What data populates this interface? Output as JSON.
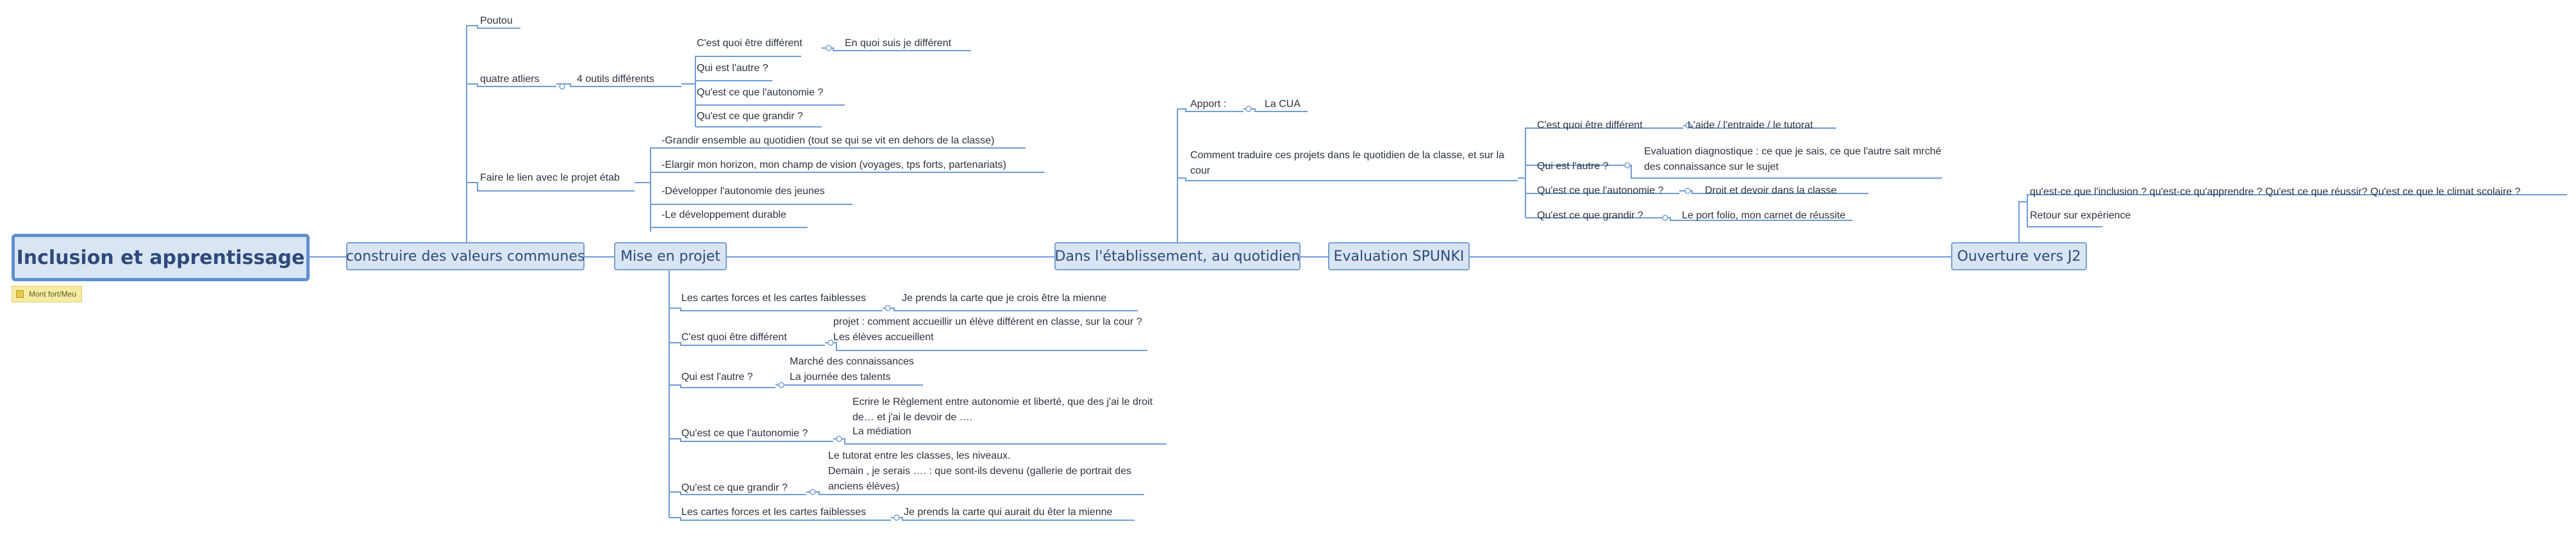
{
  "diagram": {
    "root": "Inclusion et apprentissage",
    "root_note": "Mont fort/Meu",
    "main_topics": {
      "valeurs": "construire des valeurs communes",
      "projet": "Mise en projet",
      "etab": "Dans l'établissement, au quotidien",
      "spunki": "Evaluation SPUNKI",
      "j2": "Ouverture vers J2"
    },
    "valeurs": {
      "poutou": "Poutou",
      "ateliers": "quatre atliers",
      "outils": "4 outils différents",
      "outils_items": [
        "C'est quoi être différent",
        "Qui est l'autre ?",
        "Qu'est ce que l'autonomie ?",
        "Qu'est ce que grandir ?"
      ],
      "outil1_child": "En quoi suis je différent",
      "lien": "Faire le lien avec le projet étab",
      "lien_items": [
        "-Grandir ensemble au quotidien (tout se qui se vit en dehors de la classe)",
        "-Elargir mon horizon, mon champ de vision (voyages, tps forts, partenariats)",
        "-Développer l'autonomie des jeunes",
        "-Le développement durable"
      ]
    },
    "projet": [
      {
        "label": "Les cartes forces et les cartes faiblesses",
        "child": "Je prends la carte que je crois être la mienne"
      },
      {
        "label": "C'est quoi être différent",
        "child": "projet : comment accueillir un élève différent en classe, sur la cour ? Les élèves accueillent"
      },
      {
        "label": "Qui est l'autre ?",
        "child_lines": [
          "Marché des connaissances",
          "La journée des talents"
        ]
      },
      {
        "label": "Qu'est ce que l'autonomie ?",
        "child_lines": [
          "Ecrire le Règlement entre autonomie et liberté, que des j'ai le droit de… et j'ai le devoir de ….",
          "La médiation"
        ]
      },
      {
        "label": "Qu'est ce que grandir ?",
        "child_lines": [
          "Le tutorat entre les classes, les niveaux.",
          "Demain , je serais …. : que sont-ils devenu (gallerie de portrait des anciens élèves)"
        ]
      },
      {
        "label": "Les cartes forces et les cartes faiblesses",
        "child": "Je prends la carte qui aurait du êter la mienne"
      }
    ],
    "etab": {
      "apport": "Apport :",
      "apport_child": "La CUA",
      "comment": "Comment traduire ces projets dans le quotidien de la classe, et sur la cour",
      "items": [
        {
          "label": "C'est quoi être différent",
          "child": "L'aide / l'entraide / le tutorat"
        },
        {
          "label": "Qui est l'autre ?",
          "child": "Evaluation diagnostique : ce que je sais, ce que l'autre sait mrché des connaissance sur le sujet"
        },
        {
          "label": "Qu'est ce que l'autonomie ?",
          "child": "Droit et devoir dans la classe"
        },
        {
          "label": "Qu'est ce que grandir ?",
          "child": "Le port folio, mon carnet de réussite"
        }
      ]
    },
    "j2": {
      "items": [
        "qu'est-ce que l'inclusion ? qu'est-ce qu'apprendre ? Qu'est ce que réussir? Qu'est ce que le climat scolaire ?",
        "Retour sur expérience"
      ]
    }
  },
  "colors": {
    "line": "#6f9bd8",
    "node_fill": "#d9e5f3",
    "root_border": "#5e8fd1",
    "note_fill": "#f7eba0"
  }
}
